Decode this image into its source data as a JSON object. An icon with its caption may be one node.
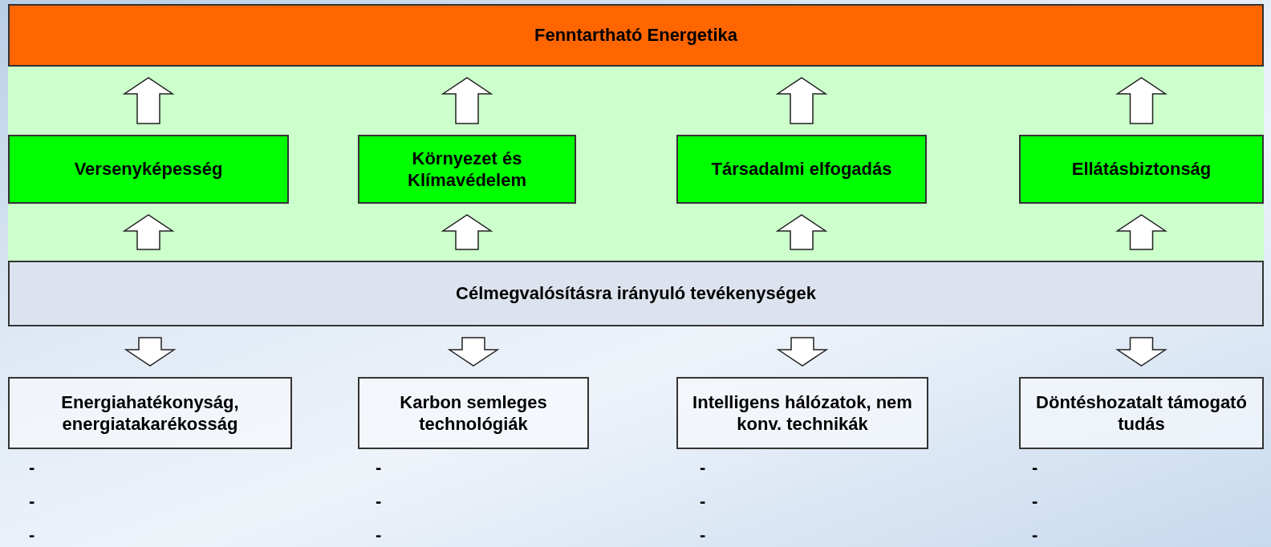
{
  "diagram": {
    "nodes": [
      {
        "text": [
          "Fenntartható Energetika"
        ]
      },
      {
        "text": [
          "Versenyképesség"
        ]
      },
      {
        "text": [
          "Környezet és Klímavédelem"
        ]
      },
      {
        "text": [
          "Társadalmi elfogadás"
        ]
      },
      {
        "text": [
          "Ellátásbiztonság"
        ]
      },
      {
        "text": [
          "Célmegvalósításra irányuló tevékenységek"
        ]
      },
      {
        "text": [
          "Energiahatékonyság, energiatakarékosság"
        ]
      },
      {
        "text": [
          "Karbon semleges technológiák"
        ]
      },
      {
        "text": [
          "Intelligens hálózatok, nem konv. technikák"
        ]
      },
      {
        "text": [
          "Döntéshozatalt támogató tudás"
        ]
      }
    ],
    "edges": [
      {
        "from": 1,
        "to": 0,
        "arrow": "to"
      },
      {
        "from": 2,
        "to": 0,
        "arrow": "to"
      },
      {
        "from": 3,
        "to": 0,
        "arrow": "to"
      },
      {
        "from": 4,
        "to": 0,
        "arrow": "to"
      },
      {
        "from": 5,
        "to": 1,
        "arrow": "to"
      },
      {
        "from": 5,
        "to": 2,
        "arrow": "to"
      },
      {
        "from": 5,
        "to": 3,
        "arrow": "to"
      },
      {
        "from": 5,
        "to": 4,
        "arrow": "to"
      },
      {
        "from": 5,
        "to": 6,
        "arrow": "to"
      },
      {
        "from": 5,
        "to": 7,
        "arrow": "to"
      },
      {
        "from": 5,
        "to": 8,
        "arrow": "to"
      },
      {
        "from": 5,
        "to": 9,
        "arrow": "to"
      }
    ],
    "labels": [
      "-",
      "-",
      "-",
      "-",
      "-",
      "-",
      "-",
      "-",
      "-",
      "-",
      "-",
      "-"
    ]
  }
}
